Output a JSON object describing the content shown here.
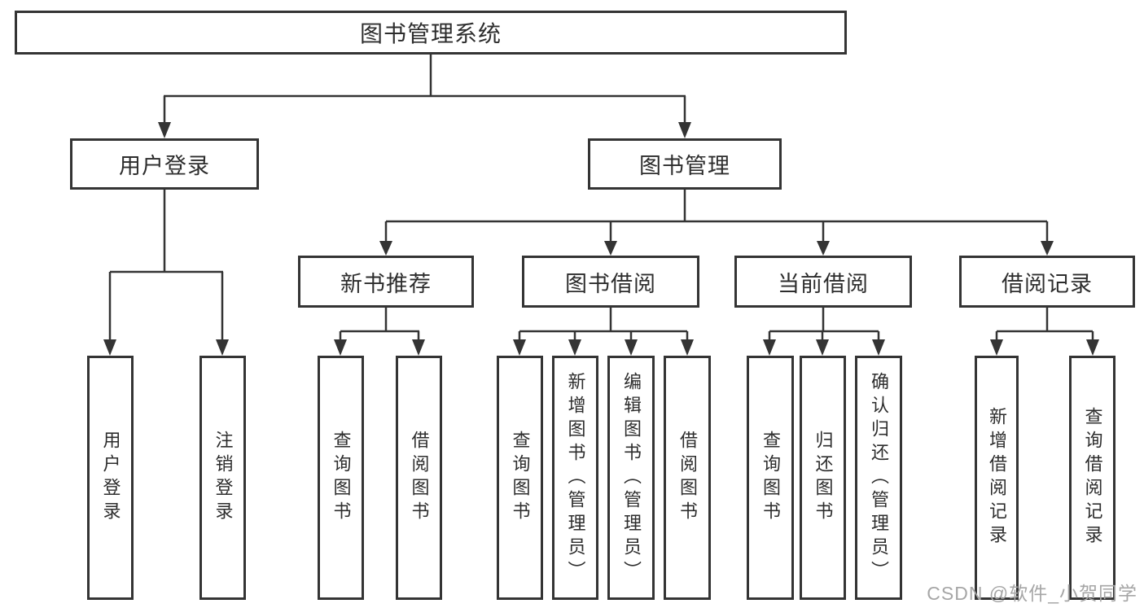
{
  "colors": {
    "line": "#343434",
    "text": "#2d2d2d",
    "watermark": "#a6a6a6",
    "bg": "#ffffff"
  },
  "tree": {
    "root": {
      "label": "图书管理系统",
      "children": [
        {
          "label": "用户登录",
          "children": [
            {
              "label": "用户登录"
            },
            {
              "label": "注销登录"
            }
          ]
        },
        {
          "label": "图书管理",
          "children": [
            {
              "label": "新书推荐",
              "children": [
                {
                  "label": "查询图书"
                },
                {
                  "label": "借阅图书"
                }
              ]
            },
            {
              "label": "图书借阅",
              "children": [
                {
                  "label": "查询图书"
                },
                {
                  "label": "新增图书（管理员）"
                },
                {
                  "label": "编辑图书（管理员）"
                },
                {
                  "label": "借阅图书"
                }
              ]
            },
            {
              "label": "当前借阅",
              "children": [
                {
                  "label": "查询图书"
                },
                {
                  "label": "归还图书"
                },
                {
                  "label": "确认归还（管理员）"
                }
              ]
            },
            {
              "label": "借阅记录",
              "children": [
                {
                  "label": "新增借阅记录"
                },
                {
                  "label": "查询借阅记录"
                }
              ]
            }
          ]
        }
      ]
    }
  },
  "watermark": {
    "text": "CSDN @软件_小贺同学"
  }
}
